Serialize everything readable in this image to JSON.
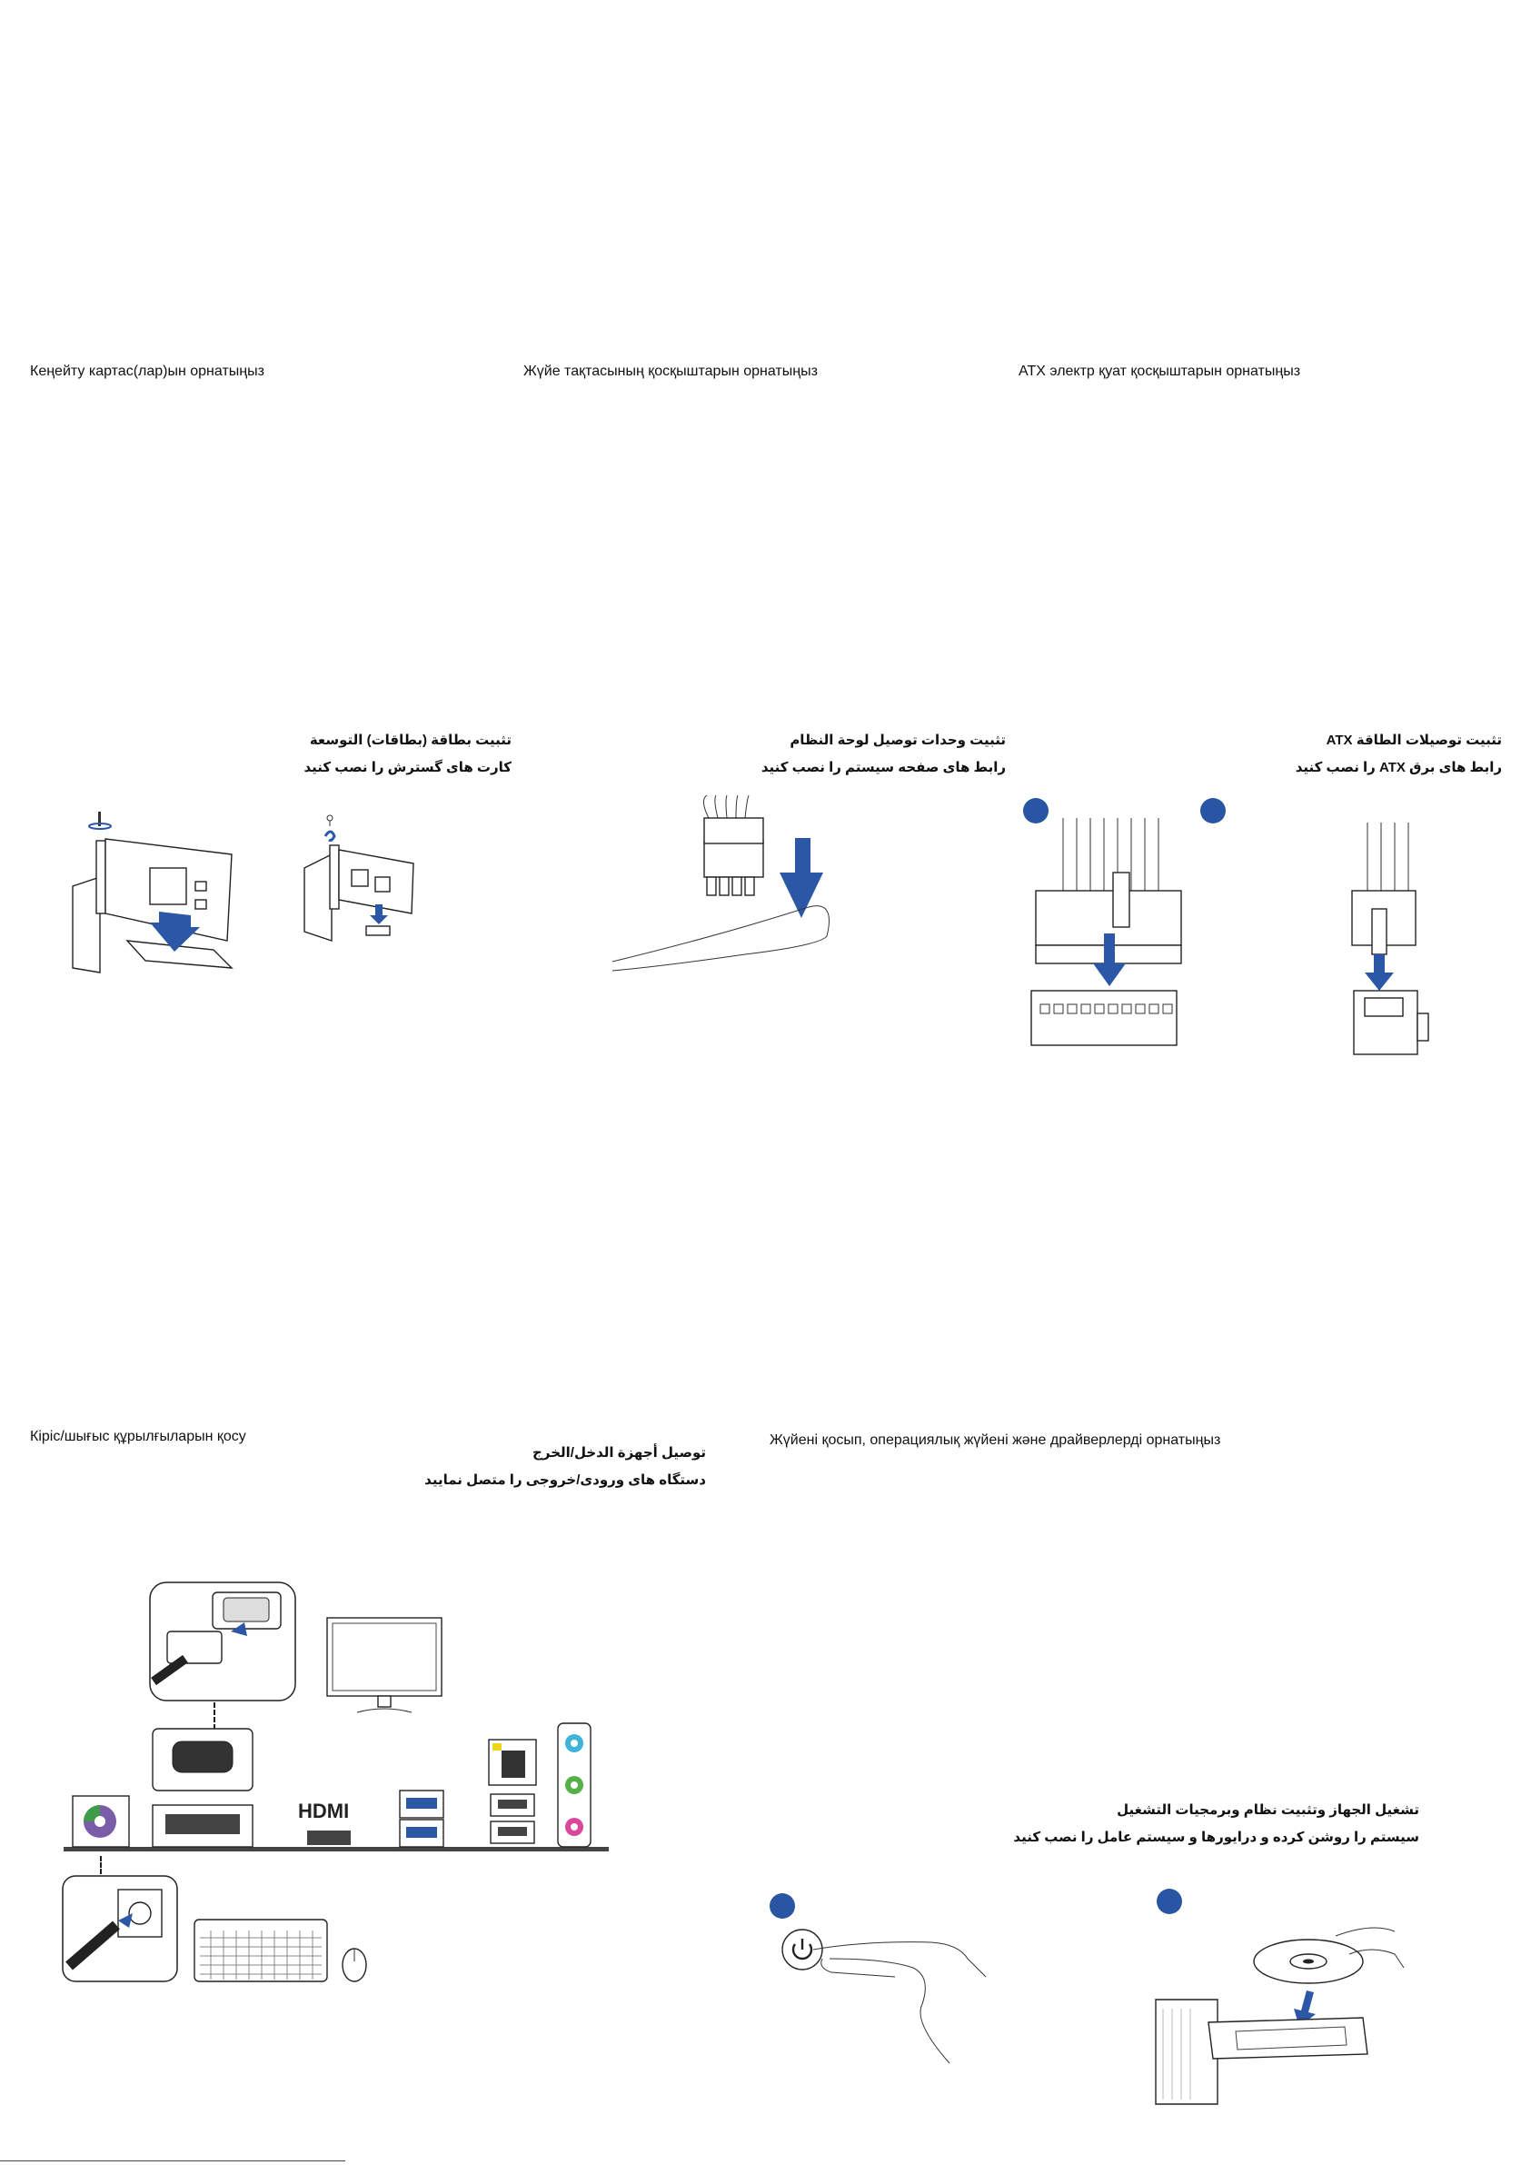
{
  "sections": {
    "expansion": {
      "heading_kk": "Кеңейту картас(лар)ын орнатыңыз",
      "title_ar": "تثبيت بطاقة (بطاقات) التوسعة",
      "title_fa": "کارت های گسترش را نصب کنید"
    },
    "panel": {
      "heading_kk": "Жүйе тақтасының қосқыштарын орнатыңыз",
      "title_ar": "تثبيت وحدات توصيل لوحة النظام",
      "title_fa": "رابط های صفحه سیستم را نصب کنید"
    },
    "atx": {
      "heading_kk": "ATX электр қуат қосқыштарын орнатыңыз",
      "title_ar": "تثبيت توصيلات الطاقة ATX",
      "title_fa": "رابط های برق ATX را نصب کنید"
    },
    "io": {
      "heading_kk": "Кіріс/шығыс құрылғыларын қосу",
      "title_ar": "توصيل أجهزة الدخل/الخرج",
      "title_fa": "دستگاه های ورودی/خروجی را متصل نمایید",
      "hdmi_logo": "HDMI"
    },
    "power_on": {
      "heading_kk": "Жүйені қосып, операциялық жүйені және драйверлерді орнатыңыз",
      "title_ar": "تشغيل الجهاز وتثبيت نظام وبرمجيات التشغيل",
      "title_fa": "سیستم را روشن کرده و درایورها و سیستم عامل را نصب کنید"
    }
  },
  "colors": {
    "accent_blue": "#2b57a6",
    "badge_blue": "#2956a3",
    "ps2_purple": "#7a5ca8",
    "ps2_green": "#3f9a4a",
    "audio_blue": "#3fb4d8",
    "audio_green": "#55b04a",
    "audio_pink": "#d9489a",
    "lan_led": "#f2d31b"
  }
}
